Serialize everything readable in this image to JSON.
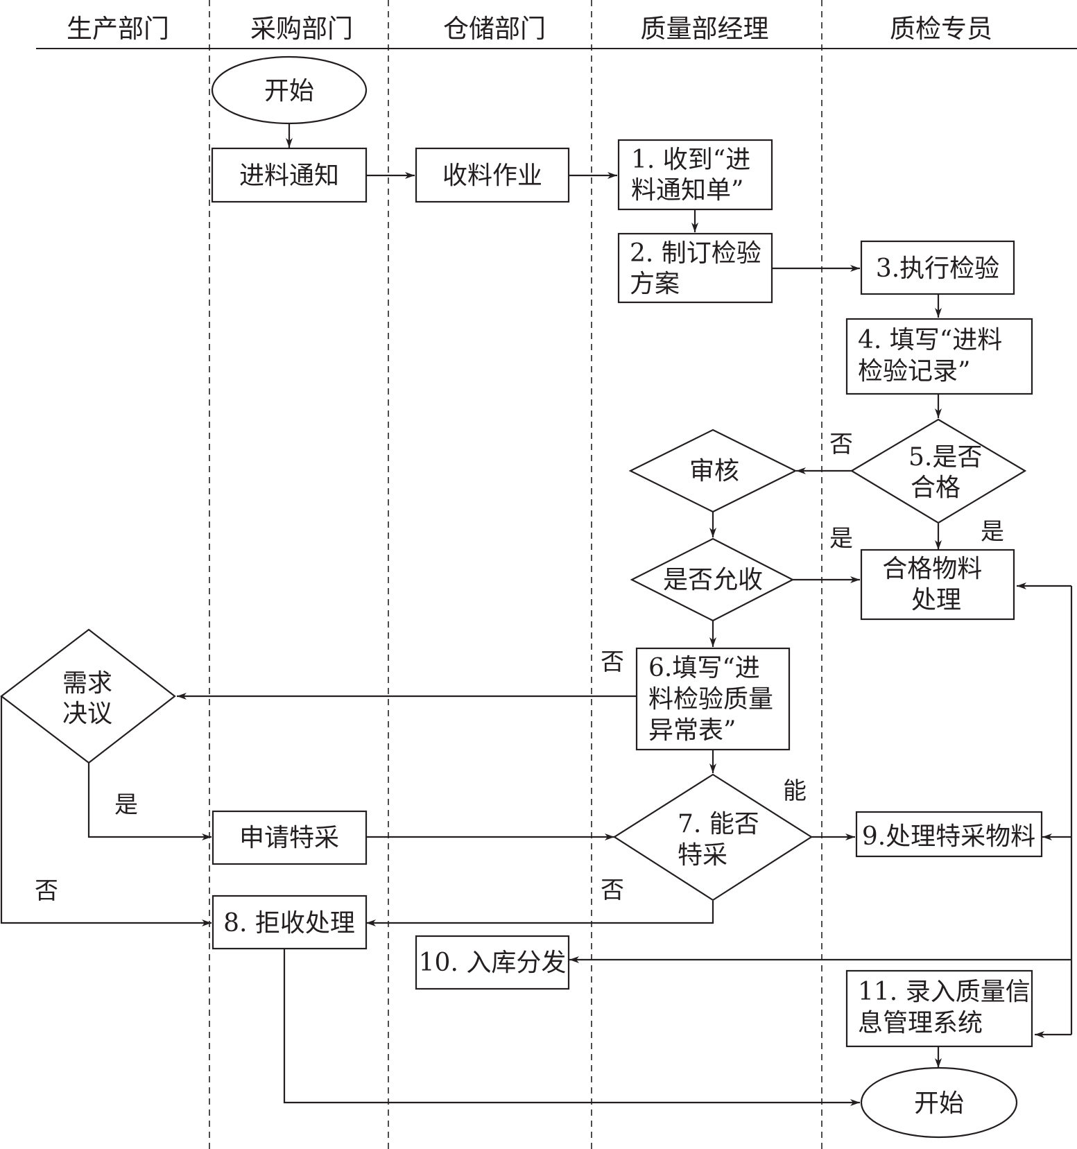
{
  "lanes": [
    "生产部门",
    "采购部门",
    "仓储部门",
    "质量部经理",
    "质检专员"
  ],
  "nodes": {
    "start": [
      "开始"
    ],
    "incoming_notice": [
      "进料通知"
    ],
    "receiving": [
      "收料作业"
    ],
    "step1": [
      "1. 收到“进",
      "料通知单”"
    ],
    "step2": [
      "2. 制订检验",
      "方案"
    ],
    "step3": [
      "3.执行检验"
    ],
    "step4": [
      "4. 填写“进料",
      "检验记录”"
    ],
    "step5": [
      "5.是否",
      "合格"
    ],
    "review": [
      "审核"
    ],
    "allow_accept": [
      "是否允收"
    ],
    "qualified_handling": [
      "合格物料",
      "处理"
    ],
    "step6": [
      "6.填写“进",
      "料检验质量",
      "异常表”"
    ],
    "demand_decision": [
      "需求",
      "决议"
    ],
    "apply_special": [
      "申请特采"
    ],
    "step7": [
      "7. 能否",
      "特采"
    ],
    "step9": [
      "9.处理特采物料"
    ],
    "step8": [
      "8. 拒收处理"
    ],
    "step10": [
      "10. 入库分发"
    ],
    "step11": [
      "11. 录入质量信",
      "息管理系统"
    ],
    "end": [
      "开始"
    ]
  },
  "edge_labels": {
    "step5_no": "否",
    "allow_yes": "是",
    "step5_yes": "是",
    "allow_no": "否",
    "decision_yes": "是",
    "decision_no": "否",
    "step7_yes": "能",
    "step7_no": "否"
  }
}
